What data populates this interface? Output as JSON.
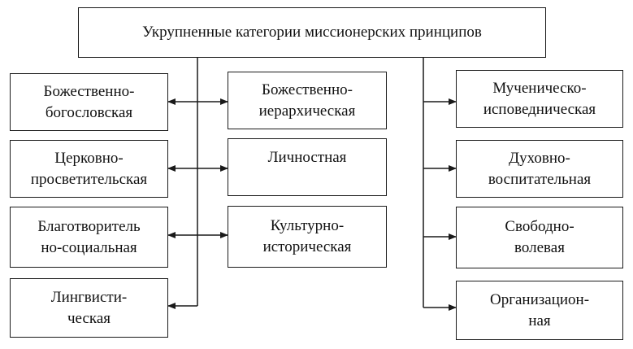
{
  "title": "Укрупненные категории миссионерских принципов",
  "left_column": [
    "Божественно-\nбогословская",
    "Церковно-\nпросветительская",
    "Благотворитель\nно-социальная",
    "Лингвисти-\nческая"
  ],
  "middle_column": [
    "Божественно-\nиерархическая",
    "Личностная",
    "Культурно-\nисторическая"
  ],
  "right_column": [
    "Мученическо-\nисповедническая",
    "Духовно-\nвоспитательная",
    "Свободно-\nволевая",
    "Организацион-\nная"
  ]
}
